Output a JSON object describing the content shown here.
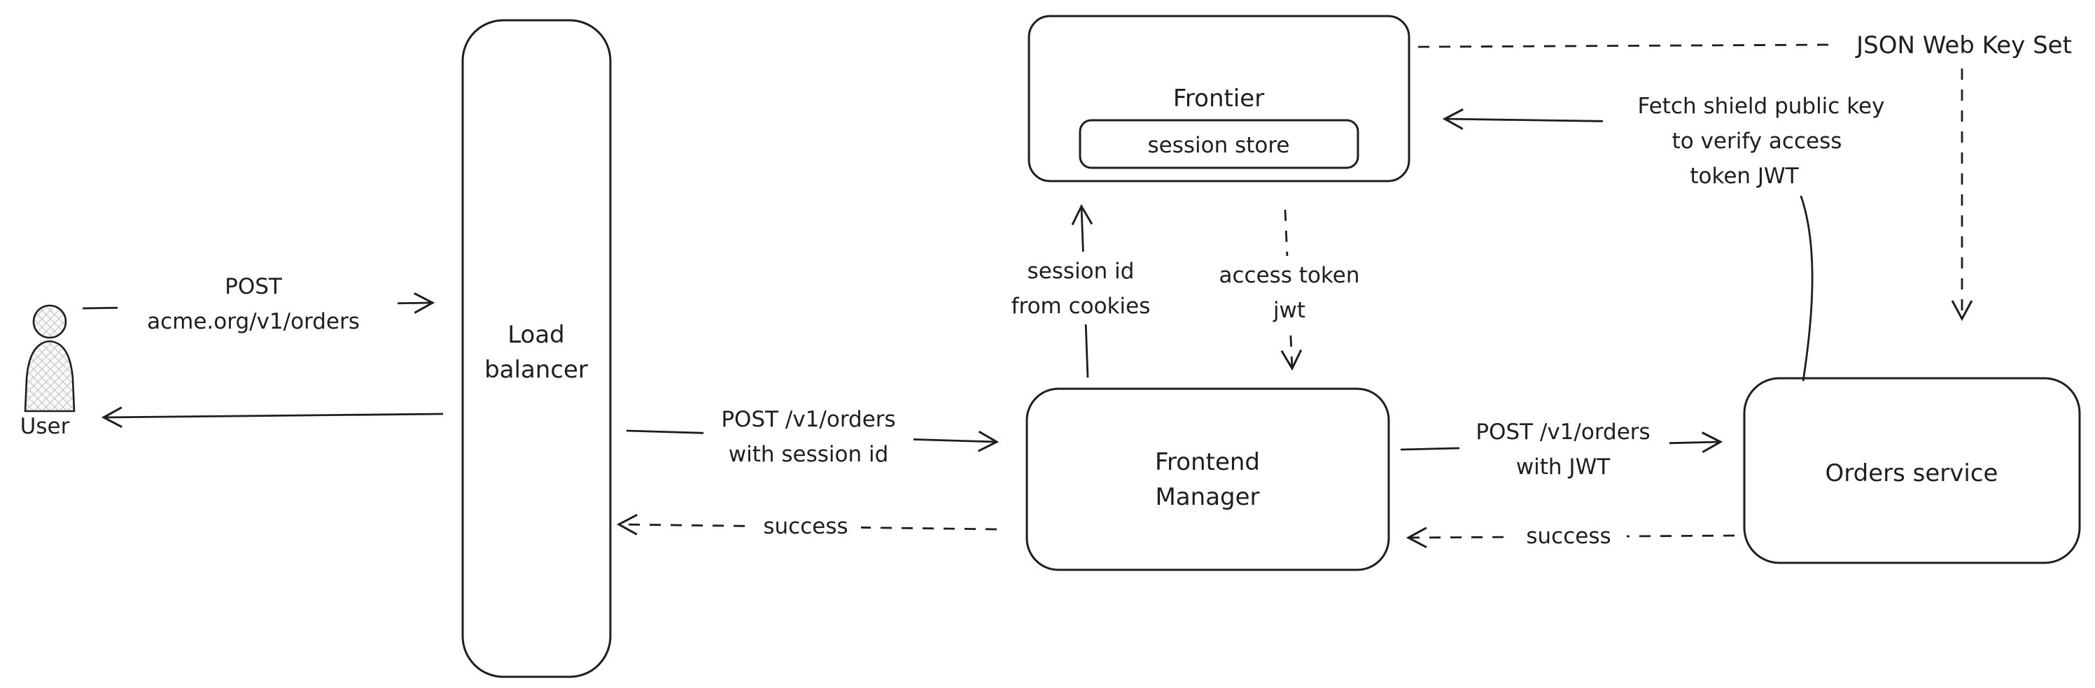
{
  "diagram": {
    "colors": {
      "stroke": "#1e1e1e",
      "background": "#ffffff"
    },
    "nodes": {
      "user": {
        "label": "User"
      },
      "load_balancer": {
        "line1": "Load",
        "line2": "balancer"
      },
      "frontier": {
        "label": "Frontier",
        "session_store": "session store"
      },
      "frontend_manager": {
        "line1": "Frontend",
        "line2": "Manager"
      },
      "orders_service": {
        "label": "Orders service"
      }
    },
    "edges": {
      "user_to_lb": {
        "line1": "POST",
        "line2": "acme.org/v1/orders"
      },
      "lb_to_fm": {
        "line1": "POST /v1/orders",
        "line2": "with session id"
      },
      "fm_to_lb": {
        "label": "success"
      },
      "fm_to_frontier": {
        "line1": "session id",
        "line2": "from cookies"
      },
      "frontier_to_fm": {
        "line1": "access token",
        "line2": "jwt"
      },
      "fm_to_orders": {
        "line1": "POST /v1/orders",
        "line2": "with JWT"
      },
      "orders_to_fm": {
        "label": "success"
      },
      "frontier_to_jwks": {
        "label": "JSON Web Key Set"
      },
      "orders_to_frontier": {
        "line1": "Fetch shield public key",
        "line2": "to verify access",
        "line3": "token JWT"
      }
    }
  }
}
